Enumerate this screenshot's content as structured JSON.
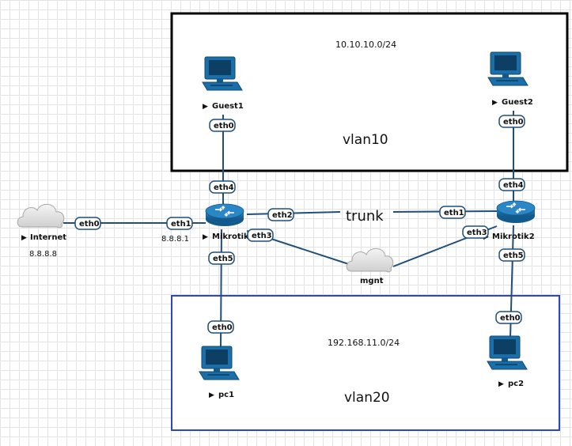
{
  "zones": {
    "vlan10": {
      "name": "vlan10",
      "subnet": "10.10.10.0/24",
      "border_color": "#000000"
    },
    "vlan20": {
      "name": "vlan20",
      "subnet": "192.168.11.0/24",
      "border_color": "#2b47c4"
    }
  },
  "nodes": {
    "internet": {
      "label": "Internet",
      "ip": "8.8.8.8",
      "icon": "cloud-icon"
    },
    "mikrotik1": {
      "label": "Mikrotik",
      "ip": "8.8.8.1",
      "icon": "router-icon"
    },
    "mikrotik2": {
      "label": "Mikrotik2",
      "icon": "router-icon"
    },
    "guest1": {
      "label": "Guest1",
      "icon": "computer-icon"
    },
    "guest2": {
      "label": "Guest2",
      "icon": "computer-icon"
    },
    "pc1": {
      "label": "pc1",
      "icon": "computer-icon"
    },
    "pc2": {
      "label": "pc2",
      "icon": "computer-icon"
    },
    "mgnt": {
      "label": "mgnt",
      "icon": "cloud-icon"
    }
  },
  "links": {
    "trunk_label": "trunk",
    "internet_eth0": "eth0",
    "m1_eth1": "eth1",
    "m1_eth2": "eth2",
    "m1_eth3": "eth3",
    "m1_eth4": "eth4",
    "m1_eth5": "eth5",
    "m2_eth1": "eth1",
    "m2_eth3": "eth3",
    "m2_eth4": "eth4",
    "m2_eth5": "eth5",
    "guest1_eth0": "eth0",
    "guest2_eth0": "eth0",
    "pc1_eth0": "eth0",
    "pc2_eth0": "eth0"
  },
  "colors": {
    "link": "#1f4f7a",
    "router_body": "#1b6fa8",
    "computer_body": "#1b6fa8",
    "cloud_fill": "#e6e6e6"
  }
}
